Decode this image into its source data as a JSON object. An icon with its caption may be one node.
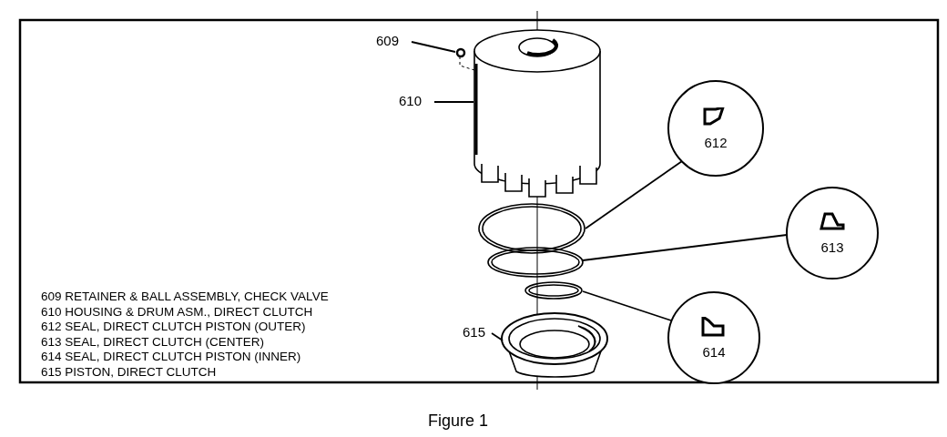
{
  "diagram": {
    "caption": "Figure 1",
    "nodes": [
      {
        "text": [
          "609"
        ]
      },
      {
        "text": [],
        "shape": "circle"
      },
      {
        "text": [
          "610"
        ]
      },
      {
        "text": [],
        "shape": "picture"
      },
      {
        "text": [
          "612"
        ]
      },
      {
        "text": [],
        "shape": "picture"
      },
      {
        "text": [
          "613"
        ]
      },
      {
        "text": [],
        "shape": "picture"
      },
      {
        "text": [
          "614"
        ]
      },
      {
        "text": [],
        "shape": "picture"
      },
      {
        "text": [
          "615"
        ]
      },
      {
        "text": [],
        "shape": "picture"
      }
    ],
    "edges": [
      {
        "from": 0,
        "to": 1,
        "arrow": "none"
      },
      {
        "from": 2,
        "to": 3,
        "arrow": "none"
      },
      {
        "from": 4,
        "to": 5,
        "arrow": "none"
      },
      {
        "from": 6,
        "to": 7,
        "arrow": "none"
      },
      {
        "from": 8,
        "to": 9,
        "arrow": "none"
      },
      {
        "from": 10,
        "to": 11,
        "arrow": "none"
      }
    ],
    "labels": [
      "609 RETAINER & BALL ASSEMBLY, CHECK VALVE",
      "610 HOUSING & DRUM ASM., DIRECT CLUTCH",
      "612 SEAL, DIRECT CLUTCH PISTON (OUTER)",
      "613 SEAL, DIRECT CLUTCH (CENTER)",
      "614 SEAL, DIRECT CLUTCH PISTON (INNER)",
      "615 PISTON, DIRECT CLUTCH"
    ]
  }
}
